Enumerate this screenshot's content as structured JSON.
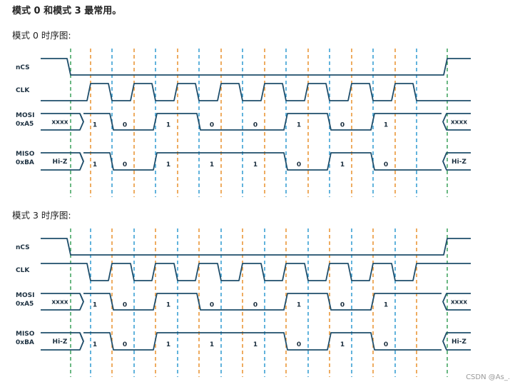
{
  "heading": "模式 0 和模式 3 最常用。",
  "diagrams": [
    {
      "caption": "模式 0 时序图:",
      "signals": [
        "nCS",
        "CLK",
        "MOSI\n0xA5",
        "MISO\n0xBA"
      ],
      "mosi_idle": "xxxx",
      "miso_idle": "Hi-Z",
      "mosi_bits": [
        "1",
        "0",
        "1",
        "0",
        "0",
        "1",
        "0",
        "1"
      ],
      "miso_bits": [
        "1",
        "0",
        "1",
        "1",
        "1",
        "0",
        "1",
        "0"
      ],
      "clk_idle": "low"
    },
    {
      "caption": "模式 3 时序图:",
      "signals": [
        "nCS",
        "CLK",
        "MOSI\n0xA5",
        "MISO\n0xBA"
      ],
      "mosi_idle": "xxxx",
      "miso_idle": "Hi-Z",
      "mosi_bits": [
        "1",
        "0",
        "1",
        "0",
        "0",
        "1",
        "0",
        "1"
      ],
      "miso_bits": [
        "1",
        "0",
        "1",
        "1",
        "1",
        "0",
        "1",
        "0"
      ],
      "clk_idle": "high"
    }
  ],
  "colors": {
    "signal": "#1f4e6b",
    "cs_marker": "#3aa05a",
    "edge_orange": "#e8912d",
    "edge_blue": "#2e9ad0"
  },
  "watermark": "CSDN @As_."
}
